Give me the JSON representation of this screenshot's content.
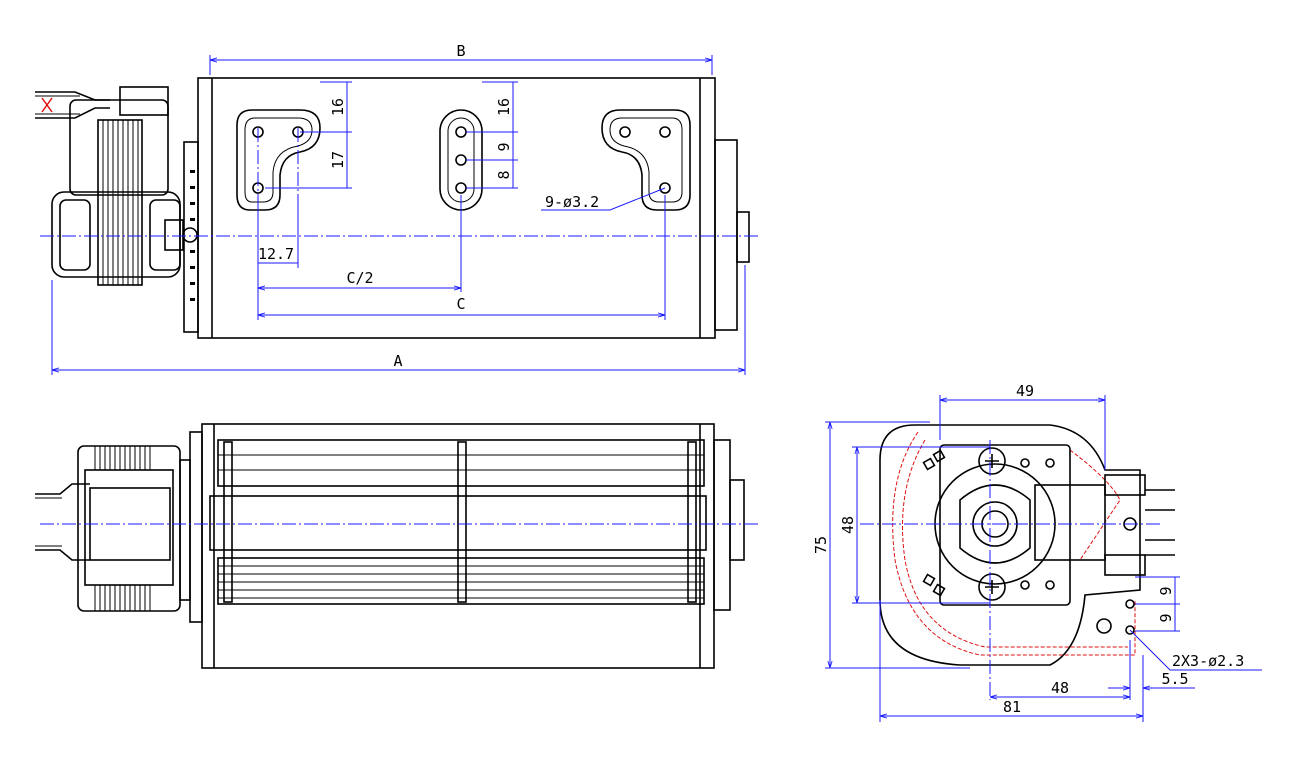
{
  "top_view": {
    "dim_B": "B",
    "dim_A": "A",
    "dim_C": "C",
    "dim_C_half": "C/2",
    "dim_12_7": "12.7",
    "dim_16_left": "16",
    "dim_17": "17",
    "dim_16_mid": "16",
    "dim_9_mid": "9",
    "dim_8_mid": "8",
    "holes_note": "9-ø3.2"
  },
  "end_view": {
    "dim_49": "49",
    "dim_48_vertical": "48",
    "dim_75": "75",
    "dim_9_upper": "9",
    "dim_9_lower": "9",
    "holes_note": "2X3-ø2.3",
    "dim_5_5": "5.5",
    "dim_48_horizontal": "48",
    "dim_81": "81"
  },
  "colors": {
    "object_lines": "#000000",
    "dimension_lines": "#1a1aff",
    "hidden_red": "#e01010"
  }
}
